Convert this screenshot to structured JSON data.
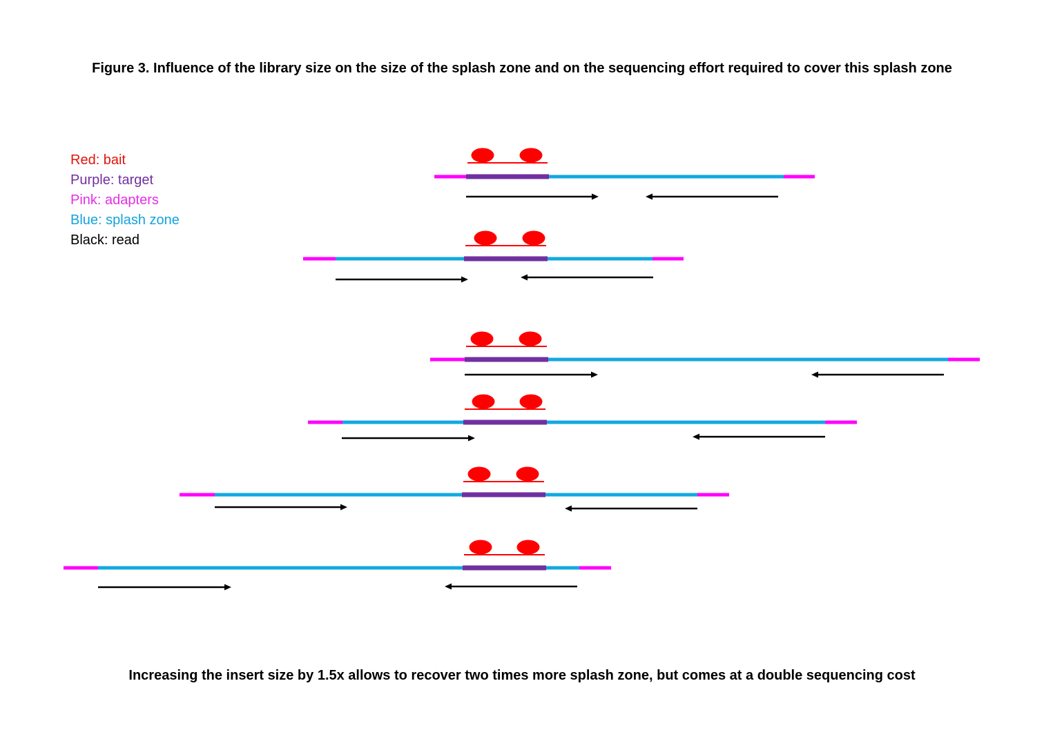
{
  "title": "Figure 3. Influence of the library size on the size of the splash zone and on the sequencing effort required to cover this splash zone",
  "caption": "Increasing the insert size by 1.5x allows to recover two times more splash zone, but comes at a double sequencing cost",
  "legend": [
    {
      "label": "Red: bait",
      "color": "#e3120b"
    },
    {
      "label": "Purple: target",
      "color": "#7030a0"
    },
    {
      "label": "Pink: adapters",
      "color": "#e62ee6"
    },
    {
      "label": "Blue: splash zone",
      "color": "#13a3dd"
    },
    {
      "label": "Black: read",
      "color": "#000000"
    }
  ],
  "colors": {
    "bait": "#ff0000",
    "target": "#7030a0",
    "adapter": "#ff00ff",
    "splash": "#13a8e0",
    "read": "#000000"
  }
}
